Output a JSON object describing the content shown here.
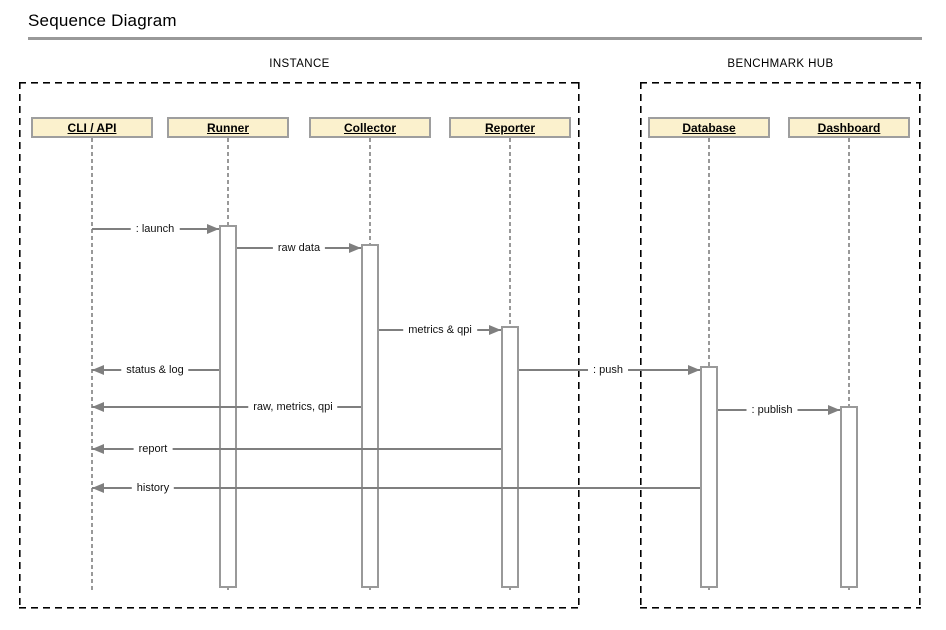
{
  "title": "Sequence Diagram",
  "frames": {
    "instance": {
      "label": "INSTANCE"
    },
    "hub": {
      "label": "BENCHMARK HUB"
    }
  },
  "lifelines": [
    {
      "name": "CLI / API",
      "frame": "INSTANCE"
    },
    {
      "name": "Runner",
      "frame": "INSTANCE"
    },
    {
      "name": "Collector",
      "frame": "INSTANCE"
    },
    {
      "name": "Reporter",
      "frame": "INSTANCE"
    },
    {
      "name": "Database",
      "frame": "BENCHMARK HUB"
    },
    {
      "name": "Dashboard",
      "frame": "BENCHMARK HUB"
    }
  ],
  "messages": [
    {
      "label": ": launch",
      "from": "CLI / API",
      "to": "Runner"
    },
    {
      "label": "raw data",
      "from": "Runner",
      "to": "Collector"
    },
    {
      "label": "metrics & qpi",
      "from": "Collector",
      "to": "Reporter"
    },
    {
      "label": ": push",
      "from": "Reporter",
      "to": "Database"
    },
    {
      "label": "status & log",
      "from": "Runner",
      "to": "CLI / API"
    },
    {
      "label": "raw, metrics, qpi",
      "from": "Collector",
      "to": "CLI / API"
    },
    {
      "label": ": publish",
      "from": "Database",
      "to": "Dashboard"
    },
    {
      "label": "report",
      "from": "Reporter",
      "to": "CLI / API"
    },
    {
      "label": "history",
      "from": "Database",
      "to": "CLI / API"
    }
  ],
  "colors": {
    "head_fill": "#FBF1CD",
    "head_border": "#9e9e9e",
    "line": "#7f7f7f",
    "lifeline": "#999999",
    "frame_border": "#000000",
    "rule": "#999999"
  }
}
